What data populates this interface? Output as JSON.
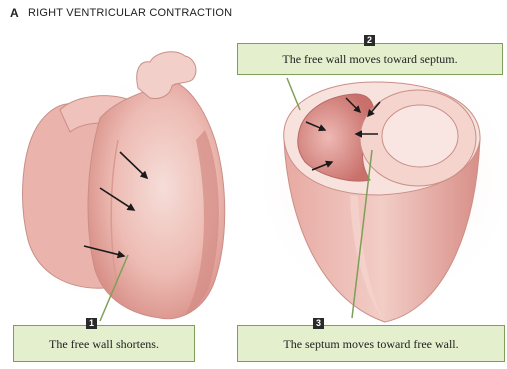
{
  "panel": {
    "letter": "A",
    "title": "RIGHT VENTRICULAR CONTRACTION"
  },
  "callouts": [
    {
      "number": "1",
      "text": "The free wall shortens."
    },
    {
      "number": "2",
      "text": "The free wall moves toward septum."
    },
    {
      "number": "3",
      "text": "The septum moves toward free wall."
    }
  ],
  "colors": {
    "callout_fill": "#e3efcd",
    "callout_border": "#7f9f58",
    "tissue_light": "#f3d2cc",
    "tissue_mid": "#e9b1aa",
    "tissue_dark": "#c97a74",
    "cavity": "#e7a3a0",
    "arrow": "#1a1a1a"
  },
  "icons": [
    "heart-illustration",
    "ventricle-cross-section-illustration",
    "arrow-icon"
  ]
}
